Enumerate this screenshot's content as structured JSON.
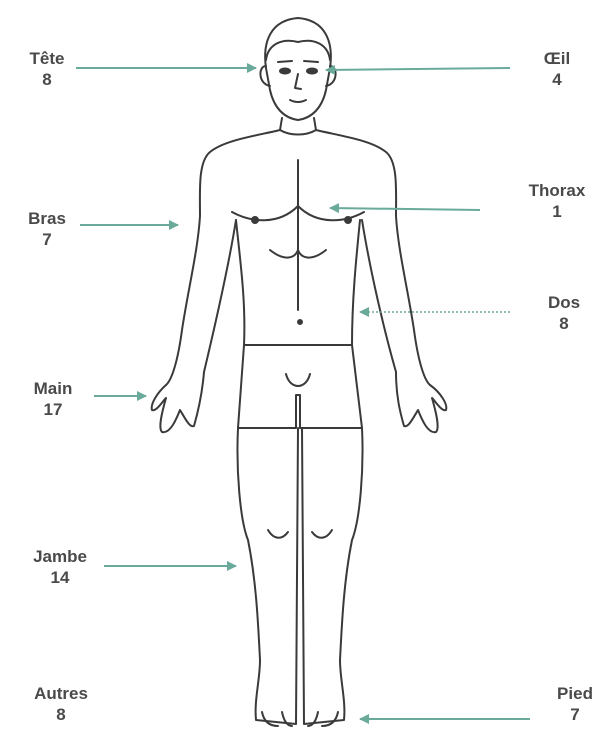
{
  "colors": {
    "arrow": "#6aaa9a",
    "outline": "#3a3a3a",
    "text": "#4a4a4a"
  },
  "labels": [
    {
      "id": "tete",
      "name": "Tête",
      "count": "8"
    },
    {
      "id": "oeil",
      "name": "Œil",
      "count": "4"
    },
    {
      "id": "bras",
      "name": "Bras",
      "count": "7"
    },
    {
      "id": "thorax",
      "name": "Thorax",
      "count": "1"
    },
    {
      "id": "dos",
      "name": "Dos",
      "count": "8"
    },
    {
      "id": "main",
      "name": "Main",
      "count": "17"
    },
    {
      "id": "jambe",
      "name": "Jambe",
      "count": "14"
    },
    {
      "id": "autres",
      "name": "Autres",
      "count": "8"
    },
    {
      "id": "pied",
      "name": "Pied",
      "count": "7"
    }
  ]
}
